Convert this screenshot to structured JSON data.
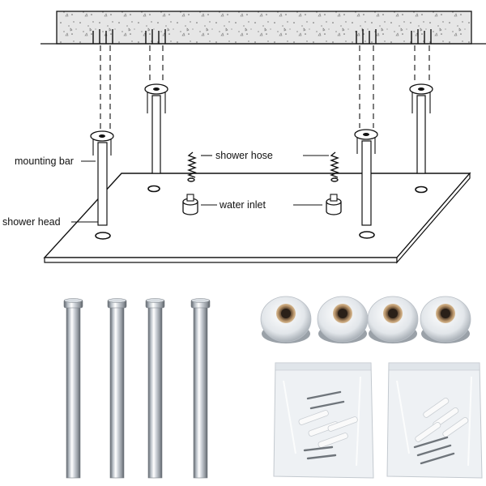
{
  "labels": {
    "mounting_bar": "mounting bar",
    "shower_hose": "shower hose",
    "water_inlet": "water inlet",
    "shower_head": "shower head"
  },
  "colors": {
    "ceiling_fill": "#e6e6e6",
    "line": "#111111",
    "chrome_dark": "#8e949b",
    "chrome_light": "#f4f6f8",
    "brass": "#a9865f",
    "bag": "#eef1f4"
  },
  "parts": {
    "extension_rods": 4,
    "ceiling_flanges": 4,
    "screw_bags": 2
  }
}
